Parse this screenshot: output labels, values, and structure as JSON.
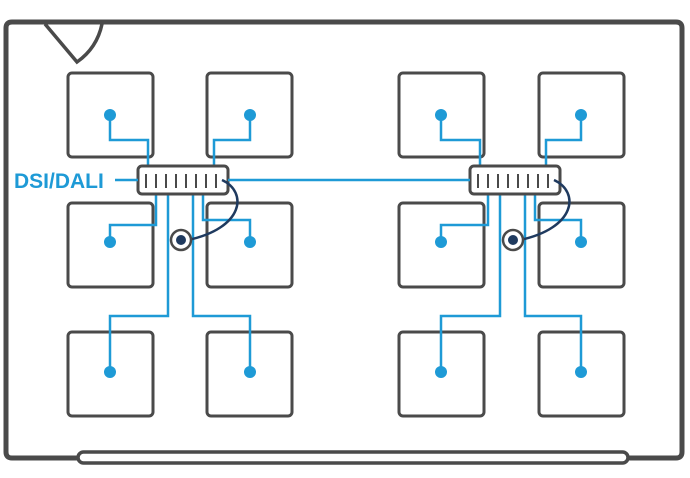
{
  "diagram": {
    "bus_label": "DSI/DALI",
    "colors": {
      "outline": "#4a4a4a",
      "wire": "#1e9ad6",
      "sensor_wire": "#1f3a5f",
      "background": "#ffffff"
    },
    "groups": [
      {
        "name": "left",
        "fixtures": 6,
        "sensor_count": 1
      },
      {
        "name": "right",
        "fixtures": 6,
        "sensor_count": 1
      }
    ]
  }
}
